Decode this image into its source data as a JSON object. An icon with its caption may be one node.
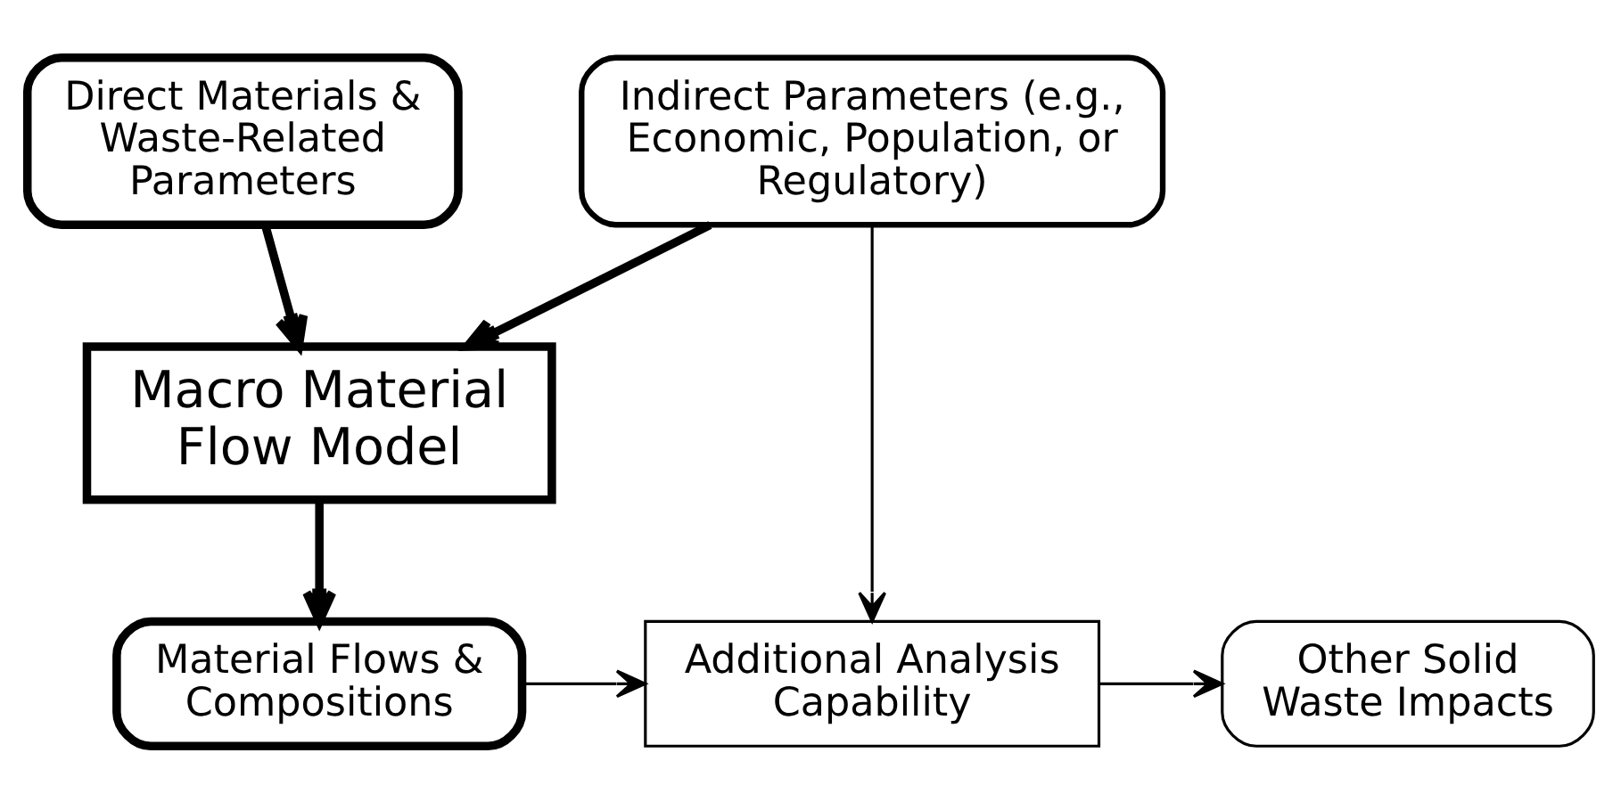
{
  "diagram": {
    "nodes": [
      {
        "text": [
          "Direct Materials & Waste-Related Parameters"
        ]
      },
      {
        "text": [
          "Indirect Parameters (e.g., Economic, Population, or Regulatory)"
        ]
      },
      {
        "text": [
          "Macro Material Flow Model"
        ]
      },
      {
        "text": [
          "Material Flows & Compositions"
        ]
      },
      {
        "text": [
          "Additional Analysis Capability"
        ]
      },
      {
        "text": [
          "Other Solid Waste Impacts"
        ]
      }
    ],
    "edges": [
      {
        "from": 0,
        "to": 2,
        "arrow": "to",
        "style": "thick"
      },
      {
        "from": 1,
        "to": 2,
        "arrow": "to",
        "style": "thick"
      },
      {
        "from": 2,
        "to": 3,
        "arrow": "to",
        "style": "thick"
      },
      {
        "from": 1,
        "to": 4,
        "arrow": "to"
      },
      {
        "from": 3,
        "to": 4,
        "arrow": "to"
      },
      {
        "from": 4,
        "to": 5,
        "arrow": "to"
      }
    ]
  }
}
